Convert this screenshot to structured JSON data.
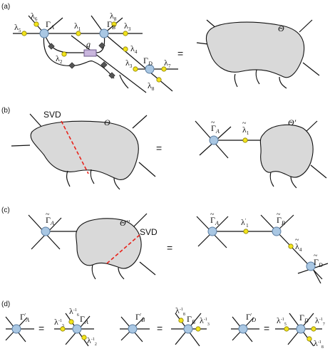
{
  "panels": {
    "a": {
      "label": "(a)",
      "theta": "Θ",
      "gate": "g",
      "equals": "="
    },
    "b": {
      "label": "(b)",
      "svd": "SVD",
      "theta": "Θ",
      "theta_prime": "Θ'",
      "equals": "="
    },
    "c": {
      "label": "(c)",
      "svd": "SVD",
      "theta_dprime": "Θ''",
      "equals": "="
    },
    "d": {
      "label": "(d)",
      "equals": "="
    }
  },
  "symbols": {
    "Gamma_A": "Γ",
    "Gamma_B": "Γ",
    "Gamma_D": "Γ",
    "sub_A": "A",
    "sub_B": "B",
    "sub_D": "D",
    "lambda": "λ",
    "l1": "1",
    "l2": "2",
    "l3": "3",
    "l4": "4",
    "l5": "5",
    "l6": "6",
    "l7": "7",
    "l8": "8",
    "l1p": "'1",
    "l4t": "4",
    "prime": "'",
    "tilde": "~",
    "inv": "-1"
  },
  "colors": {
    "gamma_node": "#a9c7e3",
    "lambda_node": "#f2e31c",
    "blob": "#d9d9d9",
    "svd_cut": "#e8231b",
    "gate": "#c9b6dd"
  }
}
